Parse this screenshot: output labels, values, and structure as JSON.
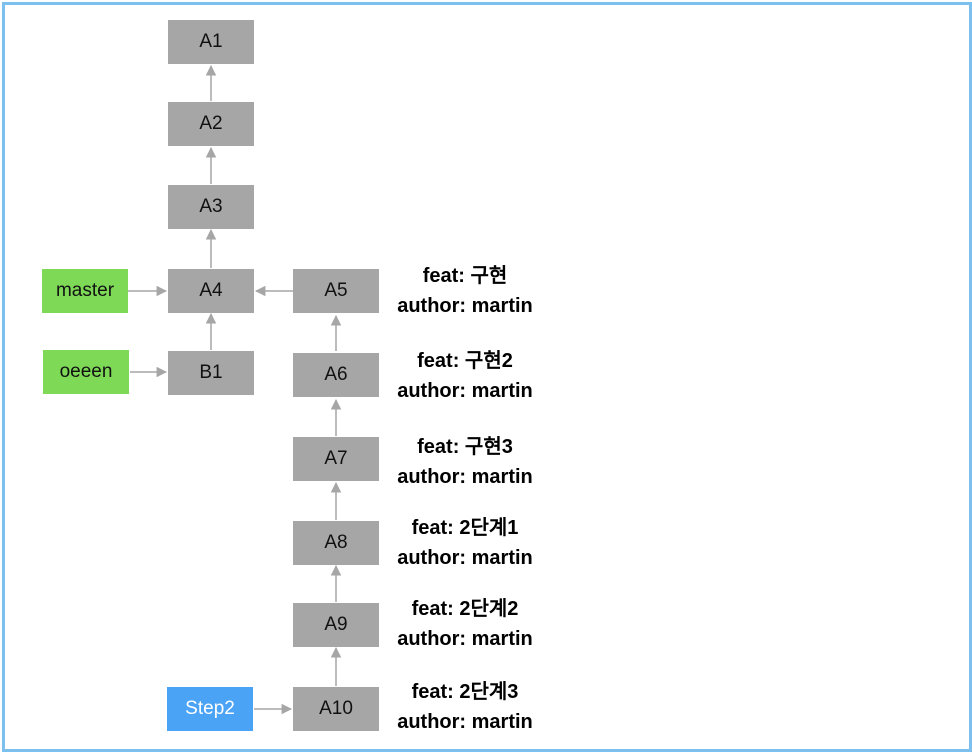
{
  "colors": {
    "frame_border": "#7cc0f0",
    "commit_fill": "#a6a6a6",
    "branch_green": "#7ed957",
    "branch_blue": "#4aa3f5",
    "arrow": "#a6a6a6"
  },
  "commits": {
    "a1": "A1",
    "a2": "A2",
    "a3": "A3",
    "a4": "A4",
    "b1": "B1",
    "a5": "A5",
    "a6": "A6",
    "a7": "A7",
    "a8": "A8",
    "a9": "A9",
    "a10": "A10"
  },
  "branches": {
    "master": "master",
    "oeeen": "oeeen",
    "step2": "Step2"
  },
  "messages": {
    "a5": {
      "feat": "feat: 구현",
      "author": "author: martin"
    },
    "a6": {
      "feat": "feat: 구현2",
      "author": "author: martin"
    },
    "a7": {
      "feat": "feat: 구현3",
      "author": "author: martin"
    },
    "a8": {
      "feat": "feat: 2단계1",
      "author": "author: martin"
    },
    "a9": {
      "feat": "feat: 2단계2",
      "author": "author: martin"
    },
    "a10": {
      "feat": "feat: 2단계3",
      "author": "author: martin"
    }
  }
}
